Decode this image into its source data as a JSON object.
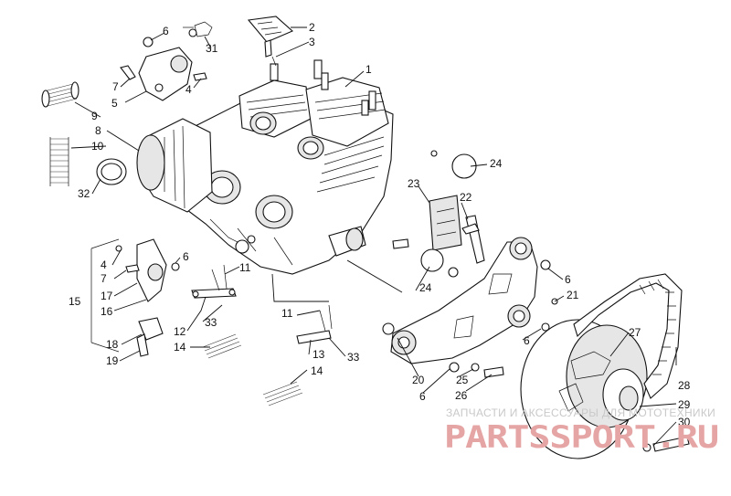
{
  "callouts": {
    "c1": "1",
    "c2": "2",
    "c3": "3",
    "c4a": "4",
    "c4b": "4",
    "c5": "5",
    "c6a": "6",
    "c6b": "6",
    "c6c": "6",
    "c6d": "6",
    "c6e": "6",
    "c7a": "7",
    "c7b": "7",
    "c8": "8",
    "c9": "9",
    "c10": "10",
    "c11a": "11",
    "c11b": "11",
    "c12": "12",
    "c13": "13",
    "c14a": "14",
    "c14b": "14",
    "c15": "15",
    "c16": "16",
    "c17": "17",
    "c18": "18",
    "c19": "19",
    "c20": "20",
    "c21": "21",
    "c22": "22",
    "c23": "23",
    "c24a": "24",
    "c24b": "24",
    "c25": "25",
    "c26": "26",
    "c27": "27",
    "c28": "28",
    "c29": "29",
    "c30": "30",
    "c31": "31",
    "c32": "32",
    "c33a": "33",
    "c33b": "33"
  },
  "watermark": {
    "line1": "ЗАПЧАСТИ И АКСЕССУАРЫ ДЛЯ МОТОТЕХНИКИ",
    "line2": "PARTSSPORT.RU"
  }
}
